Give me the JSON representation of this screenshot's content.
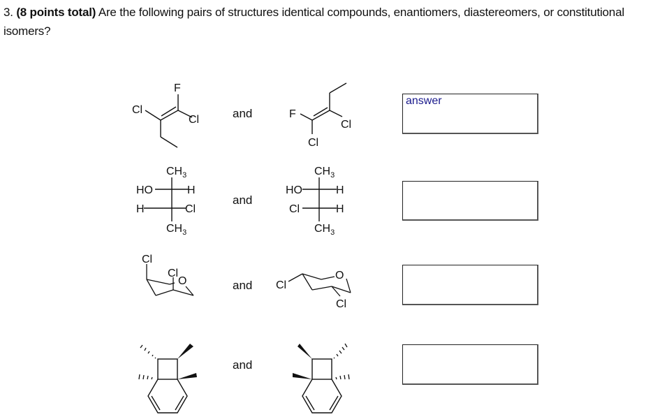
{
  "question": {
    "number": "3.",
    "points": "(8 points total)",
    "text": "Are the following pairs of structures identical compounds, enantiomers, diastereomers, or constitutional isomers?"
  },
  "connector": "and",
  "pairs": [
    {
      "id": 1,
      "left": {
        "type": "alkene",
        "labels": {
          "cl_left": "Cl",
          "f": "F",
          "cl_right": "Cl"
        }
      },
      "right": {
        "type": "alkene",
        "labels": {
          "f": "F",
          "cl_bottom": "Cl",
          "cl_right": "Cl"
        }
      },
      "answer": {
        "value": "answer",
        "placeholder": ""
      }
    },
    {
      "id": 2,
      "left": {
        "type": "fischer",
        "top": "CH",
        "top_sub": "3",
        "row1_left": "HO",
        "row1_right": "H",
        "row2_left": "H",
        "row2_right": "Cl",
        "bottom": "CH",
        "bottom_sub": "3"
      },
      "right": {
        "type": "fischer",
        "top": "CH",
        "top_sub": "3",
        "row1_left": "HO",
        "row1_right": "H",
        "row2_left": "Cl",
        "row2_right": "H",
        "bottom": "CH",
        "bottom_sub": "3"
      },
      "answer": {
        "value": "",
        "placeholder": ""
      }
    },
    {
      "id": 3,
      "left": {
        "type": "chair",
        "labels": {
          "cl_axial": "Cl",
          "cl_ring": "Cl",
          "o": "O"
        }
      },
      "right": {
        "type": "chair",
        "labels": {
          "cl_left": "Cl",
          "o": "O",
          "cl_bottom": "Cl"
        }
      },
      "answer": {
        "value": "",
        "placeholder": ""
      }
    },
    {
      "id": 4,
      "left": {
        "type": "bicyclic",
        "labels": {}
      },
      "right": {
        "type": "bicyclic",
        "labels": {}
      },
      "answer": {
        "value": "",
        "placeholder": ""
      }
    }
  ]
}
